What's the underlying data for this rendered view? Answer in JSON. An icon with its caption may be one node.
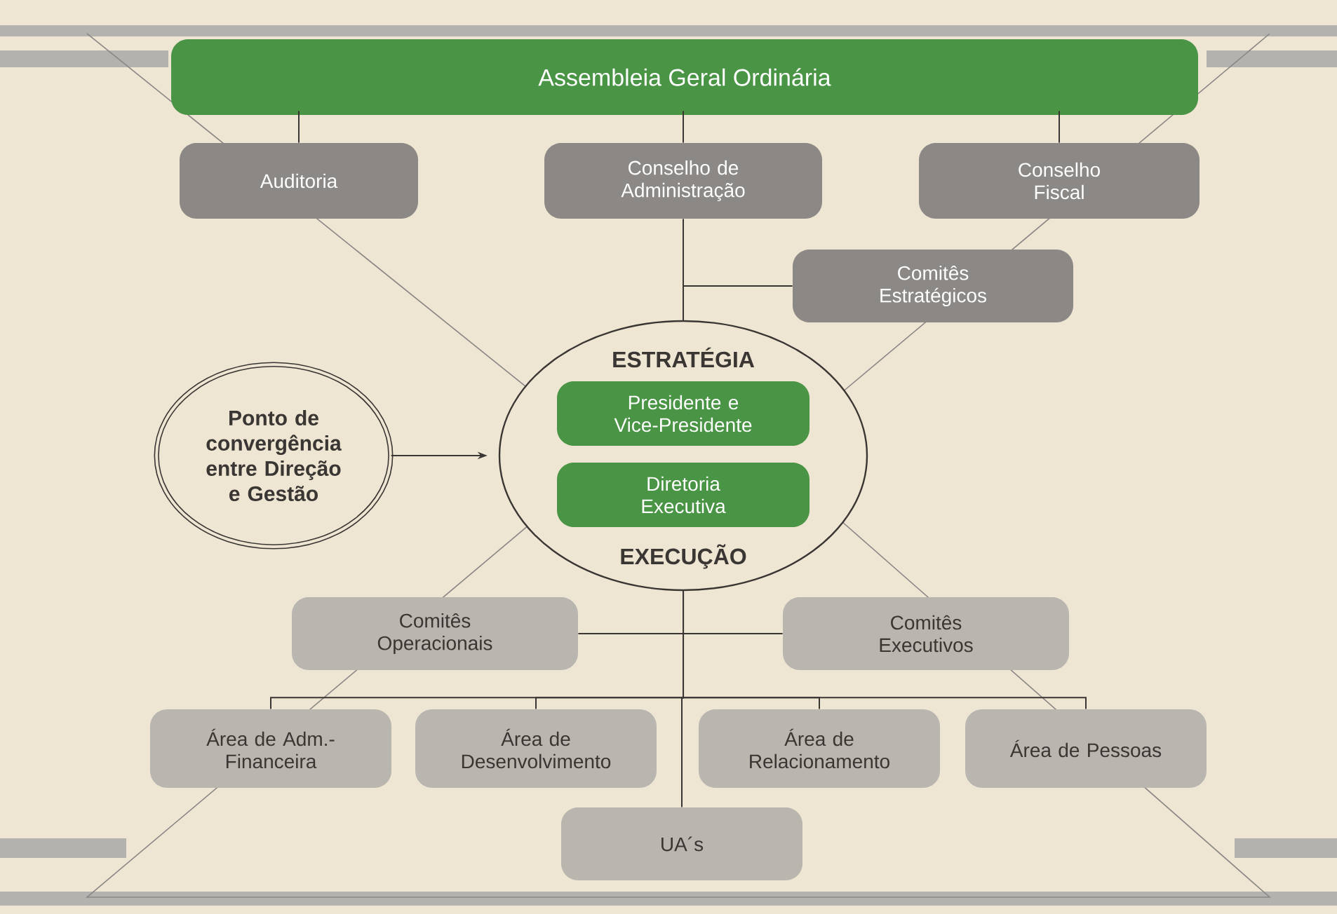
{
  "diagram": {
    "nodes": [
      {
        "text": [
          "Assembleia Geral Ordinária"
        ]
      },
      {
        "text": [
          "Auditoria"
        ]
      },
      {
        "text": [
          "Conselho de Administração"
        ]
      },
      {
        "text": [
          "Conselho Fiscal"
        ]
      },
      {
        "text": [
          "Comitês Estratégicos"
        ]
      },
      {
        "text": [
          "ESTRATÉGIA",
          "EXECUÇÃO"
        ]
      },
      {
        "text": [
          "Presidente e Vice-Presidente"
        ],
        "in": 5
      },
      {
        "text": [
          "Diretoria Executiva"
        ],
        "in": 5
      },
      {
        "text": [
          "Ponto de convergência entre Direção e Gestão"
        ]
      },
      {
        "text": [
          "Comitês Operacionais"
        ]
      },
      {
        "text": [
          "Comitês Executivos"
        ]
      },
      {
        "text": [
          "Área de Adm.-Financeira"
        ]
      },
      {
        "text": [
          "Área de Desenvolvimento"
        ]
      },
      {
        "text": [
          "Área de Relacionamento"
        ]
      },
      {
        "text": [
          "Área de Pessoas"
        ]
      },
      {
        "text": [
          "UA´s"
        ]
      }
    ],
    "edges": [
      {
        "from": 0,
        "to": 1,
        "arrow": "none"
      },
      {
        "from": 0,
        "to": 2,
        "arrow": "none"
      },
      {
        "from": 0,
        "to": 3,
        "arrow": "none"
      },
      {
        "from": 2,
        "to": 5,
        "arrow": "none"
      },
      {
        "from": 4,
        "to": 5,
        "arrow": "none"
      },
      {
        "from": 8,
        "to": 5,
        "arrow": "to"
      },
      {
        "from": 5,
        "to": 9,
        "arrow": "none"
      },
      {
        "from": 5,
        "to": 10,
        "arrow": "none"
      },
      {
        "from": 5,
        "to": 11,
        "arrow": "none"
      },
      {
        "from": 5,
        "to": 12,
        "arrow": "none"
      },
      {
        "from": 5,
        "to": 13,
        "arrow": "none"
      },
      {
        "from": 5,
        "to": 14,
        "arrow": "none"
      },
      {
        "from": 5,
        "to": 15,
        "arrow": "none"
      }
    ]
  }
}
